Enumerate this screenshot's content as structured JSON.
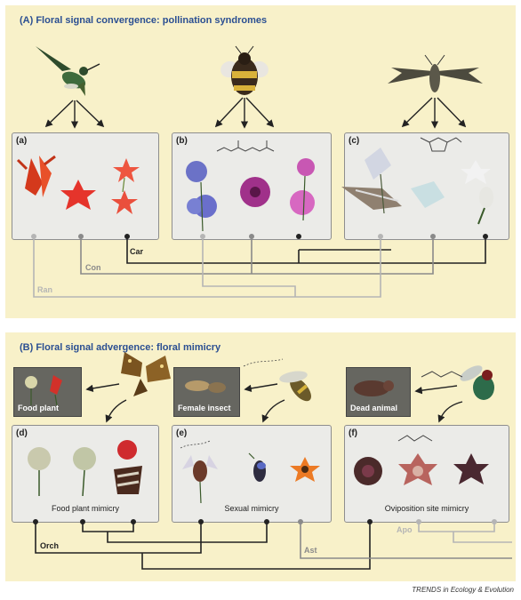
{
  "panel_a": {
    "heading": "(A)  Floral signal convergence: pollination syndromes",
    "cards": [
      {
        "letter": "(a)"
      },
      {
        "letter": "(b)"
      },
      {
        "letter": "(c)"
      }
    ],
    "lines": [
      {
        "label": "Car",
        "color": "#222222"
      },
      {
        "label": "Con",
        "color": "#8a8a8a"
      },
      {
        "label": "Ran",
        "color": "#b5b5b5"
      }
    ]
  },
  "panel_b": {
    "heading": "(B)  Floral signal advergence: floral mimicry",
    "models": [
      {
        "label": "Food plant"
      },
      {
        "label": "Female insect"
      },
      {
        "label": "Dead animal"
      }
    ],
    "cards": [
      {
        "letter": "(d)",
        "caption": "Food plant mimicry"
      },
      {
        "letter": "(e)",
        "caption": "Sexual mimicry"
      },
      {
        "letter": "(f)",
        "caption": "Oviposition site mimicry"
      }
    ],
    "lines": [
      {
        "label": "Orch",
        "color": "#222222"
      },
      {
        "label": "Ast",
        "color": "#8a8a8a"
      },
      {
        "label": "Apo",
        "color": "#b5b5b5"
      }
    ]
  },
  "footer": "TRENDS in Ecology & Evolution",
  "colors": {
    "panel_background": "#f8f1c9",
    "heading": "#2b4f92",
    "card_background": "#ebebe8"
  }
}
